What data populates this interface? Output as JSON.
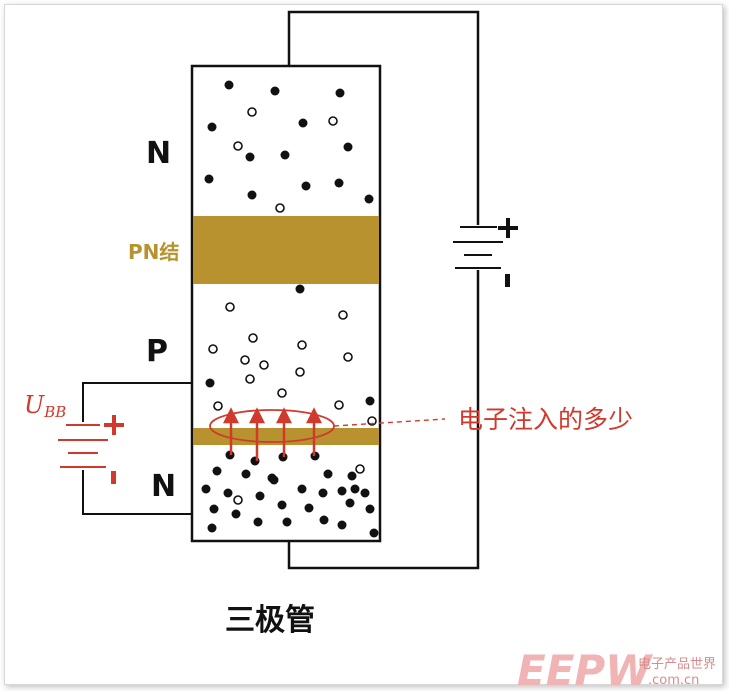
{
  "labels": {
    "n_top": "N",
    "pn_junction": "PN结",
    "p_region": "P",
    "n_bottom": "N",
    "ubb_main": "U",
    "ubb_sub": "BB",
    "annotation": "电子注入的多少",
    "title": "三极管",
    "plus": "+",
    "minus": "-"
  },
  "watermark": {
    "brand": "EEPW",
    "tagline": "电子产品世界",
    "domain": ".com.cn"
  },
  "colors": {
    "junction": "#b8922e",
    "annotation": "#d03a2c",
    "wire": "#111111"
  }
}
